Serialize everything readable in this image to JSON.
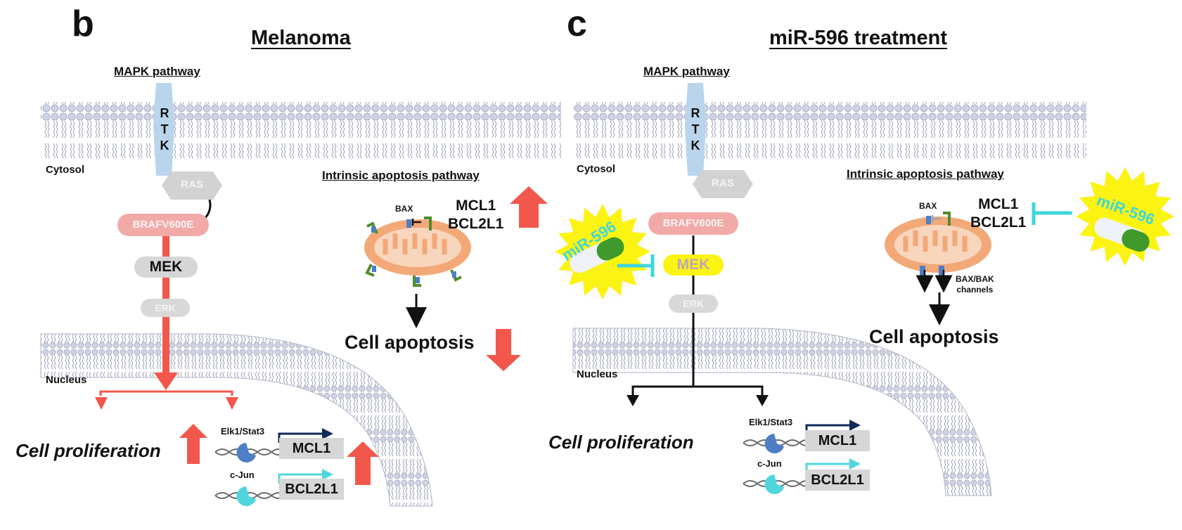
{
  "colors": {
    "accent_red": "#f2574b",
    "membrane": "#b7bccf",
    "rtk_blue": "#b9d5ec",
    "ras_gray": "#d2d2d2",
    "braf_pink": "#f2aaa9",
    "mek_yellow": "#fbf312",
    "mito_orange": "#f2a877",
    "mirna_cyan": "#3ed6dd",
    "elk_blue": "#4d7ec6",
    "cjun_cyan": "#4fd6dd",
    "arrow_navy": "#0f2a5a"
  },
  "panel_b": {
    "letter": "b",
    "title": "Melanoma",
    "mapk_label": "MAPK pathway",
    "rtk_letters": [
      "R",
      "T",
      "K"
    ],
    "cytosol_label": "Cytosol",
    "nucleus_label": "Nucleus",
    "ras_label": "RAS",
    "braf_label": "BRAFV600E",
    "mek_label": "MEK",
    "erk_label": "ERK",
    "apoptosis_pathway_label": "Intrinsic apoptosis pathway",
    "bax_label": "BAX",
    "genes_line1": "MCL1",
    "genes_line2": "BCL2L1",
    "genes_trend": "up",
    "apoptosis_label": "Cell apoptosis",
    "apoptosis_trend": "down",
    "proliferation_label": "Cell proliferation",
    "proliferation_trend": "up",
    "tf1_label": "Elk1/Stat3",
    "tf2_label": "c-Jun",
    "gene_box1": "MCL1",
    "gene_box2": "BCL2L1",
    "transcription_trend": "up"
  },
  "panel_c": {
    "letter": "c",
    "title": "miR-596 treatment",
    "mapk_label": "MAPK pathway",
    "rtk_letters": [
      "R",
      "T",
      "K"
    ],
    "cytosol_label": "Cytosol",
    "nucleus_label": "Nucleus",
    "ras_label": "RAS",
    "braf_label": "BRAFV600E",
    "mek_label": "MEK",
    "erk_label": "ERK",
    "mirna_label": "miR-596",
    "apoptosis_pathway_label": "Intrinsic apoptosis pathway",
    "bax_label": "BAX",
    "genes_line1": "MCL1",
    "genes_line2": "BCL2L1",
    "channels_line1": "BAX/BAK",
    "channels_line2": "channels",
    "apoptosis_label": "Cell apoptosis",
    "proliferation_label": "Cell proliferation",
    "tf1_label": "Elk1/Stat3",
    "tf2_label": "c-Jun",
    "gene_box1": "MCL1",
    "gene_box2": "BCL2L1"
  }
}
